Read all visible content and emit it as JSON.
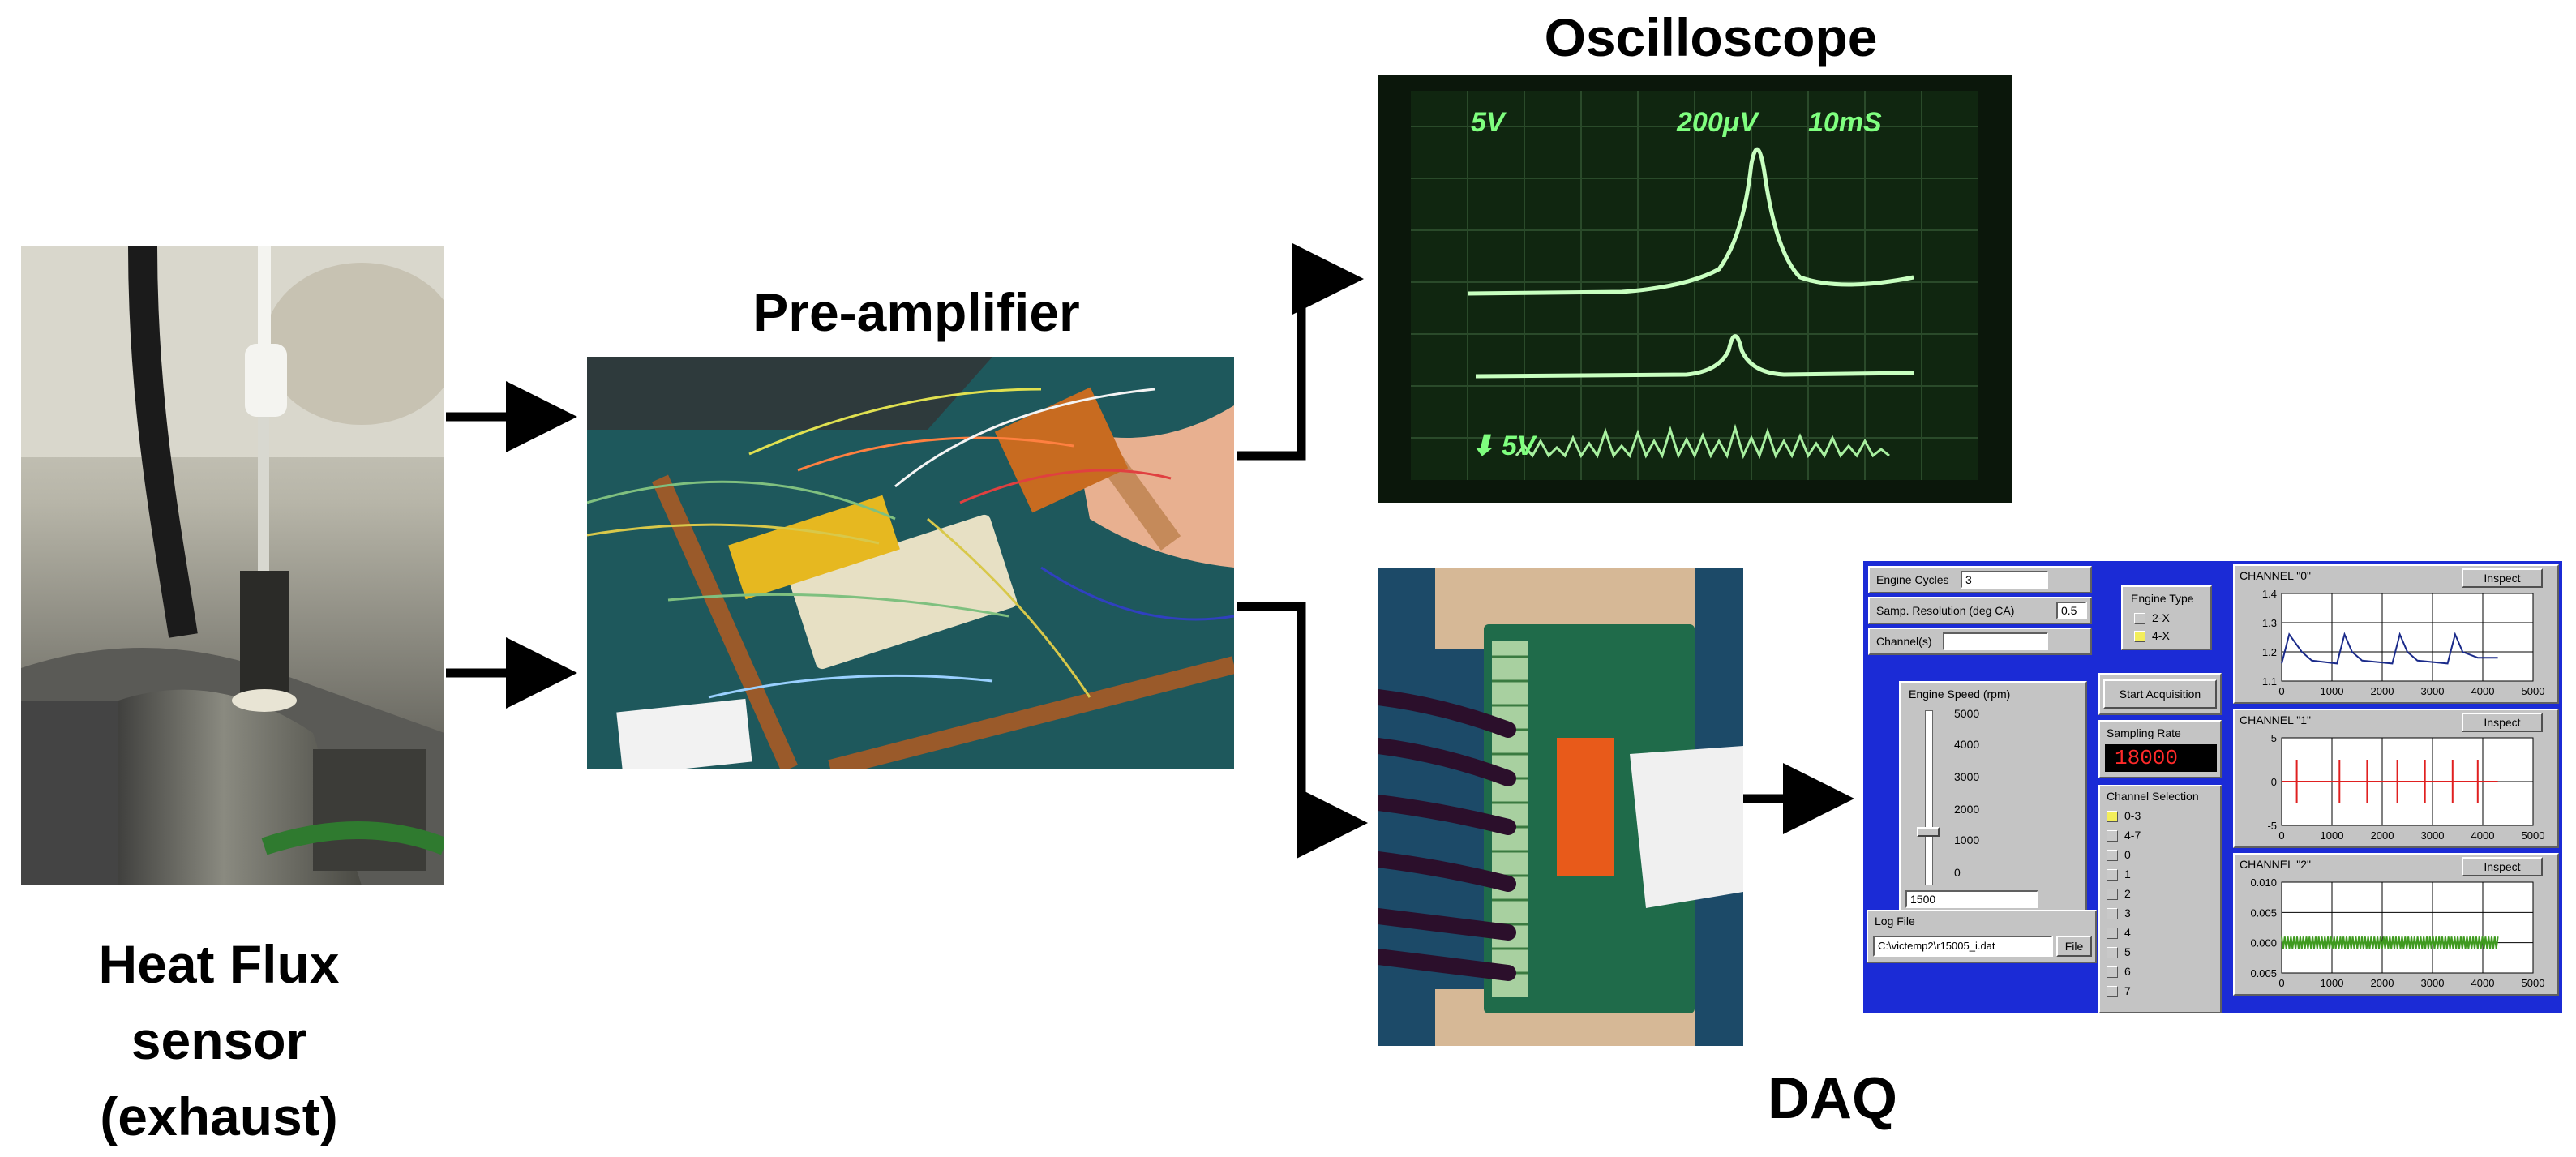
{
  "captions": {
    "sensor": [
      "Heat Flux",
      "sensor",
      "(exhaust)"
    ],
    "preamp": "Pre-amplifier",
    "scope": "Oscilloscope",
    "daq": "DAQ"
  },
  "oscilloscope": {
    "labels": [
      "5V",
      "200μV",
      "10mS"
    ],
    "bottom_label": "⬇ 5V"
  },
  "daq_software": {
    "engine_cycles_label": "Engine Cycles",
    "engine_cycles_value": "3",
    "samp_res_label": "Samp. Resolution (deg CA)",
    "samp_res_value": "0.5",
    "channels_label": "Channel(s)",
    "channels_value": "",
    "engine_type_label": "Engine Type",
    "engine_type_options": [
      "2-X",
      "4-X"
    ],
    "engine_speed_label": "Engine Speed (rpm)",
    "engine_speed_ticks": [
      "5000",
      "4000",
      "3000",
      "2000",
      "1000",
      "0"
    ],
    "engine_speed_value": "1500",
    "engine_speed_level": 0.3,
    "start_button": "Start Acquisition",
    "sampling_rate_label": "Sampling Rate",
    "sampling_rate_value": "18000",
    "channel_selection_label": "Channel Selection",
    "channel_options": [
      "0-3",
      "4-7",
      "0",
      "1",
      "2",
      "3",
      "4",
      "5",
      "6",
      "7"
    ],
    "log_file_label": "Log File",
    "log_file_value": "C:\\victemp2\\r15005_i.dat",
    "file_button": "File",
    "inspect_label": "Inspect",
    "colors": {
      "panel_bg": "#1b2bd6",
      "readout_bg": "#000000",
      "readout_fg": "#ff2a2a",
      "ch0": "#1a2a8a",
      "ch1": "#e02020",
      "ch2": "#3f9a1f",
      "check_on": "#f3ee5a"
    }
  },
  "chart_data": [
    {
      "type": "line",
      "title": "CHANNEL \"0\"",
      "x_ticks": [
        "0",
        "1000",
        "2000",
        "3000",
        "4000",
        "5000"
      ],
      "y_ticks": [
        "1.4",
        "1.3",
        "1.2",
        "1.1"
      ],
      "xlim": [
        0,
        5000
      ],
      "ylim": [
        1.1,
        1.4
      ],
      "series": [
        {
          "x": [
            0,
            150,
            400,
            600,
            1100,
            1250,
            1400,
            1600,
            2200,
            2350,
            2500,
            2700,
            3300,
            3450,
            3600,
            3900,
            4300
          ],
          "y": [
            1.16,
            1.26,
            1.2,
            1.17,
            1.16,
            1.26,
            1.2,
            1.17,
            1.16,
            1.26,
            1.2,
            1.17,
            1.16,
            1.26,
            1.2,
            1.18,
            1.18
          ]
        }
      ]
    },
    {
      "type": "line",
      "title": "CHANNEL \"1\"",
      "x_ticks": [
        "0",
        "1000",
        "2000",
        "3000",
        "4000",
        "5000"
      ],
      "y_ticks": [
        "5",
        "0",
        "-5"
      ],
      "xlim": [
        0,
        5000
      ],
      "ylim": [
        -5,
        5
      ],
      "series": [
        {
          "x": [
            0,
            4300
          ],
          "y": [
            0,
            0
          ],
          "spikes_x": [
            300,
            1150,
            1700,
            2300,
            2850,
            3400,
            3900
          ],
          "spikes_y": [
            2.5,
            -2.5
          ]
        }
      ]
    },
    {
      "type": "line",
      "title": "CHANNEL \"2\"",
      "x_ticks": [
        "0",
        "1000",
        "2000",
        "3000",
        "4000",
        "5000"
      ],
      "y_ticks": [
        "0.010",
        "0.005",
        "0.000",
        "0.005"
      ],
      "xlim": [
        0,
        5000
      ],
      "ylim": [
        -0.005,
        0.01
      ],
      "series": [
        {
          "x": [
            0,
            4300
          ],
          "y": [
            0.0,
            0.0
          ],
          "band": [
            -0.001,
            0.001
          ]
        }
      ]
    }
  ]
}
